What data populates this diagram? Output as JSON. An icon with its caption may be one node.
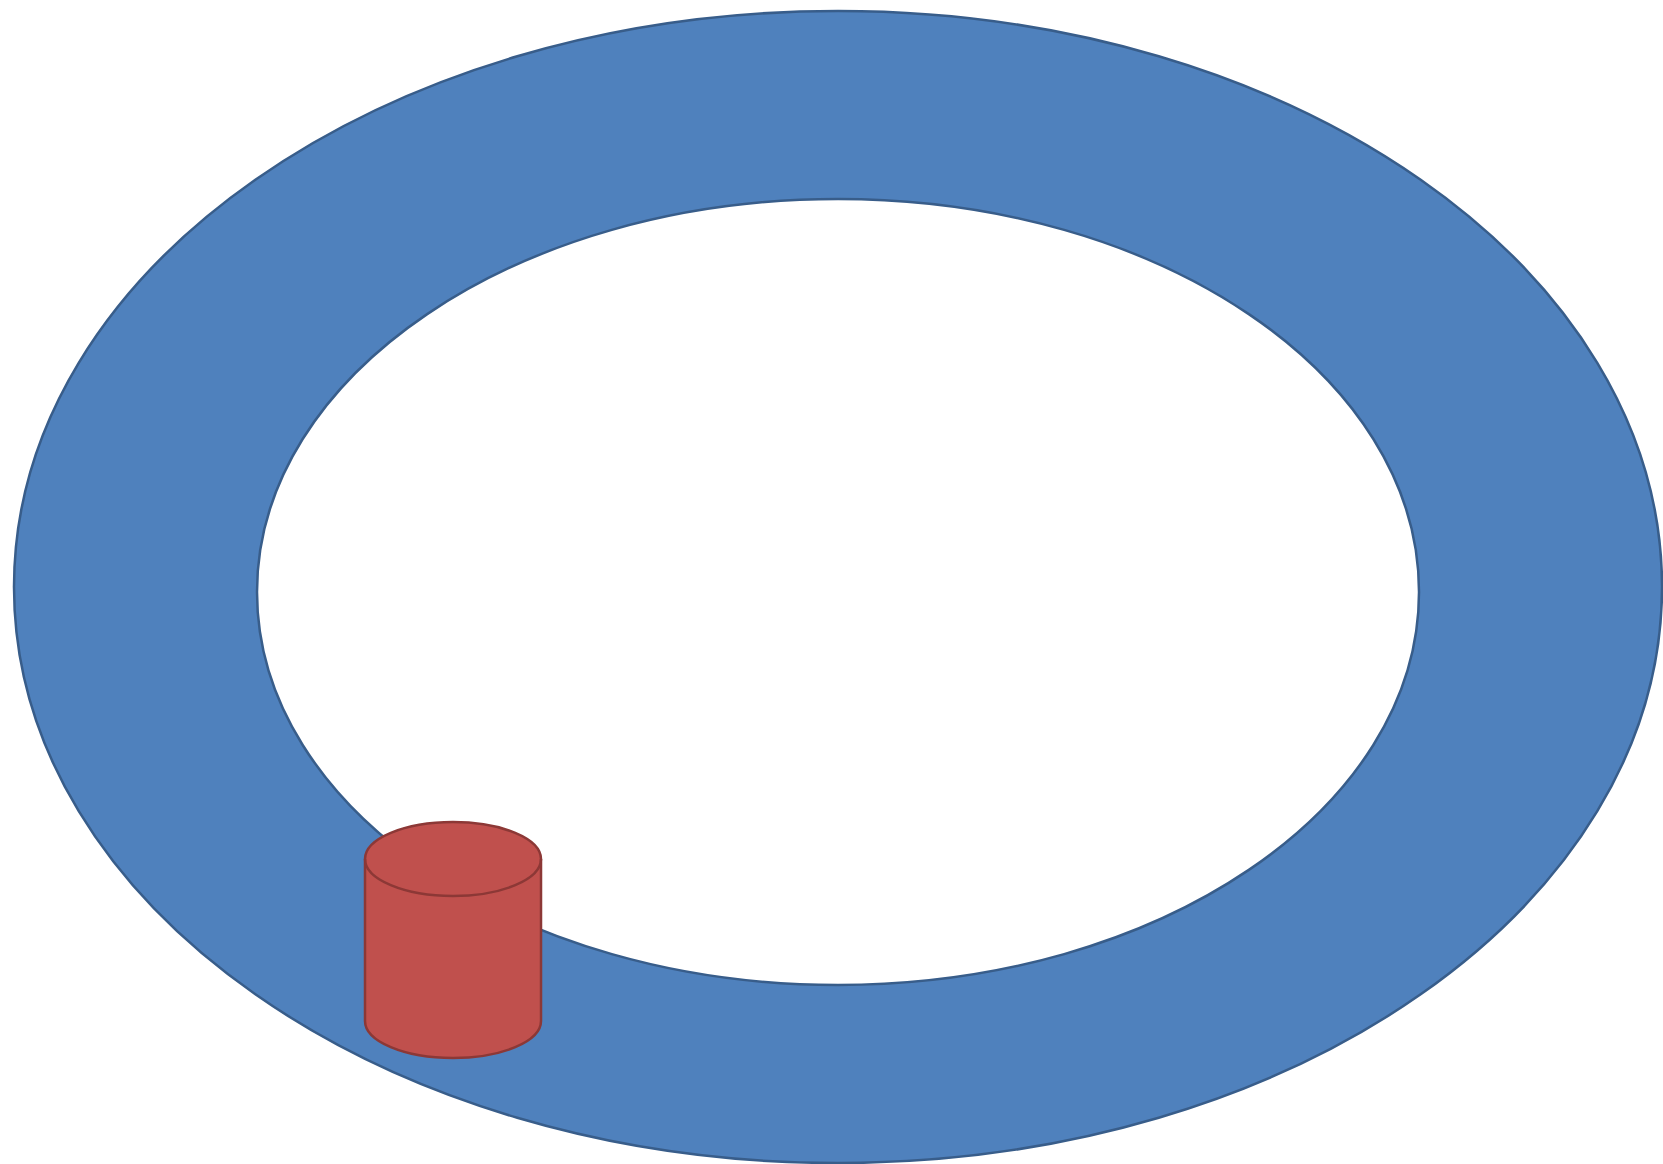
{
  "diagram": {
    "nodes": [
      {
        "text": [],
        "shape": "ring"
      },
      {
        "text": [],
        "shape": "cylinder",
        "in": 0
      }
    ]
  }
}
